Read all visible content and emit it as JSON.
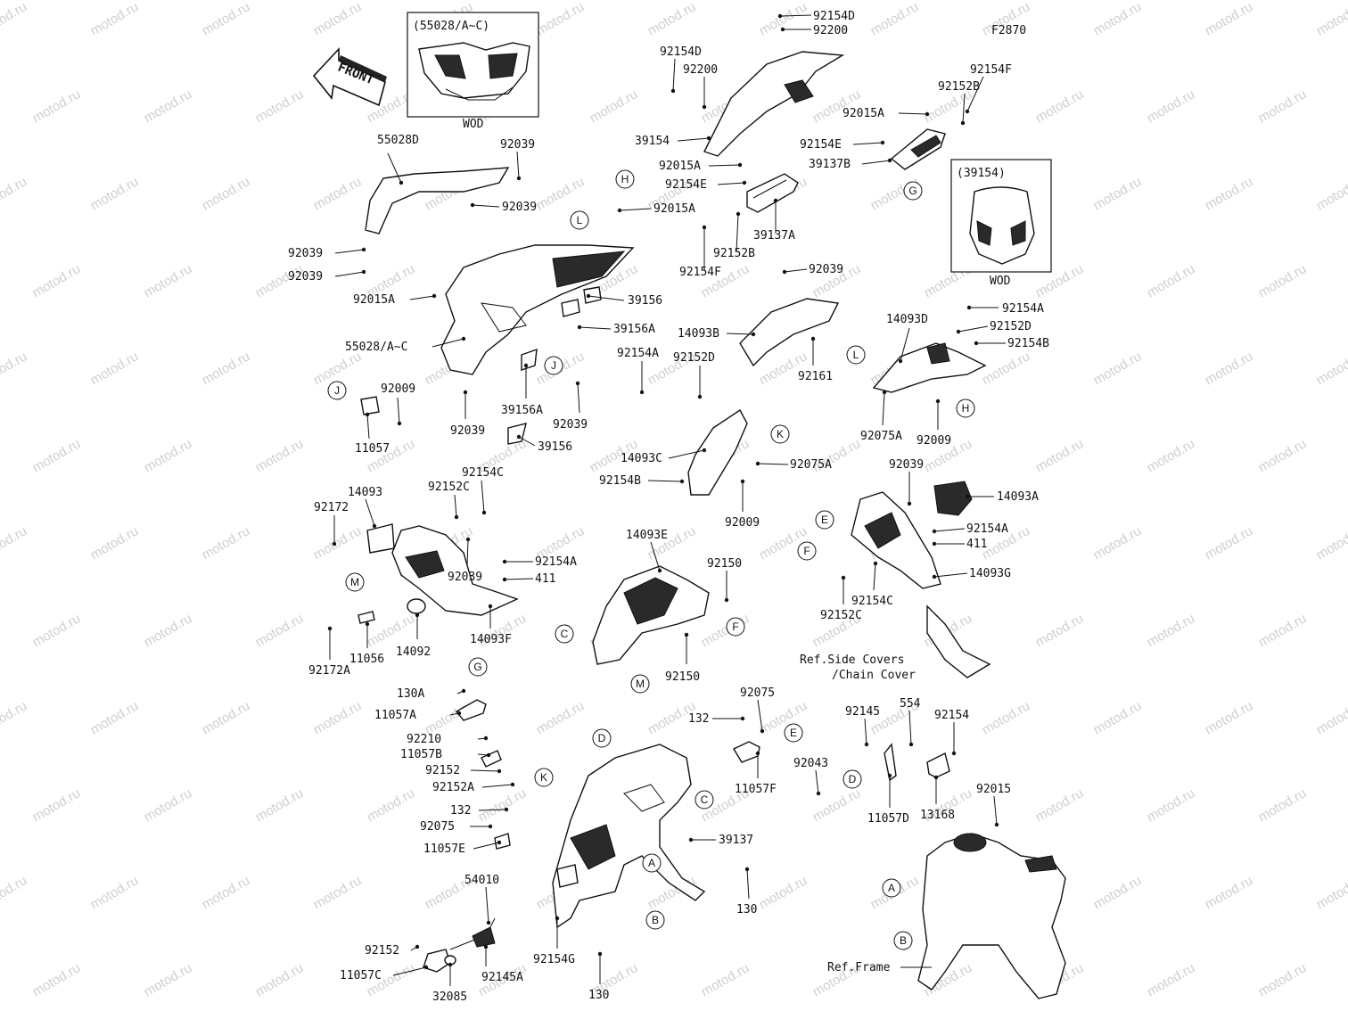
{
  "diagram_code": "F2870",
  "front_arrow_label": "FRONT",
  "watermark": "motod.ru",
  "insets": [
    {
      "header": "(55028/A~C)",
      "footer": "WOD"
    },
    {
      "header": "(39154)",
      "footer": "WOD"
    }
  ],
  "callouts": [
    "A",
    "B",
    "C",
    "D",
    "E",
    "F",
    "G",
    "H",
    "J",
    "K",
    "L",
    "M"
  ],
  "reference_notes": [
    "Ref.Side Covers",
    "/Chain Cover",
    "Ref.Frame"
  ],
  "part_labels": [
    "92154D",
    "92200",
    "92154D",
    "92200",
    "92154F",
    "92152B",
    "92015A",
    "39154",
    "92154E",
    "39137B",
    "92015A",
    "92154E",
    "39137A",
    "92152B",
    "92154F",
    "92015A",
    "55028D",
    "92039",
    "92039",
    "92039",
    "92039",
    "39156",
    "39156A",
    "92015A",
    "55028/A~C",
    "39156A",
    "92039",
    "92039",
    "39156",
    "92009",
    "11057",
    "92039",
    "14093B",
    "92161",
    "14093D",
    "92154A",
    "92152D",
    "92154B",
    "92075A",
    "92009",
    "92154A",
    "92152D",
    "14093C",
    "92075A",
    "92154B",
    "92009",
    "14093",
    "92172",
    "92152C",
    "92154C",
    "92039",
    "92154A",
    "411",
    "14093F",
    "14092",
    "11056",
    "92172A",
    "14093E",
    "92150",
    "92150",
    "92039",
    "14093A",
    "92154A",
    "411",
    "14093G",
    "92154C",
    "92152C",
    "130A",
    "11057A",
    "92210",
    "11057B",
    "92152",
    "92152A",
    "132",
    "92075",
    "11057E",
    "92075",
    "132",
    "11057F",
    "92145",
    "554",
    "92154",
    "92043",
    "11057D",
    "13168",
    "92015",
    "39137",
    "130",
    "54010",
    "92152",
    "11057C",
    "32085",
    "92145A",
    "92154G",
    "130"
  ]
}
